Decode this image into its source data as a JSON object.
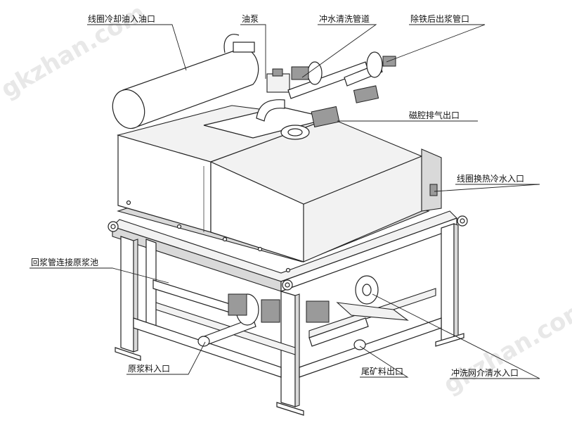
{
  "watermark": "gkzhan.com",
  "labels": {
    "coil_oil_inlet": "线圈冷却油入油口",
    "oil_pump": "油泵",
    "flush_pipe": "冲水清洗管道",
    "iron_removal_outlet": "除铁后出浆管口",
    "exhaust_outlet": "磁腔排气出口",
    "coil_coolant_inlet": "线圈换热冷水入口",
    "return_pipe": "回浆管连接原浆池",
    "feed_inlet": "原浆料入口",
    "tailings_outlet": "尾矿料出口",
    "flush_water_inlet": "冲洗网介清水入口"
  }
}
